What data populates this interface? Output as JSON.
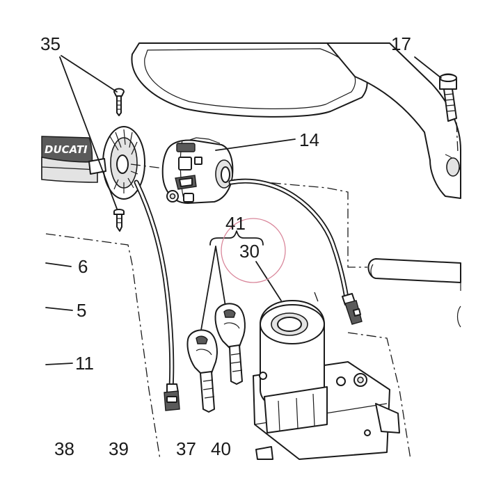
{
  "callouts": {
    "c35": "35",
    "c17": "17",
    "c14": "14",
    "c41": "41",
    "c30": "30",
    "c6": "6",
    "c5": "5",
    "c11": "11",
    "c38": "38",
    "c39": "39",
    "c37": "37",
    "c40": "40"
  },
  "grip_logo": "DUCATI",
  "highlight_color": "#d9869a"
}
